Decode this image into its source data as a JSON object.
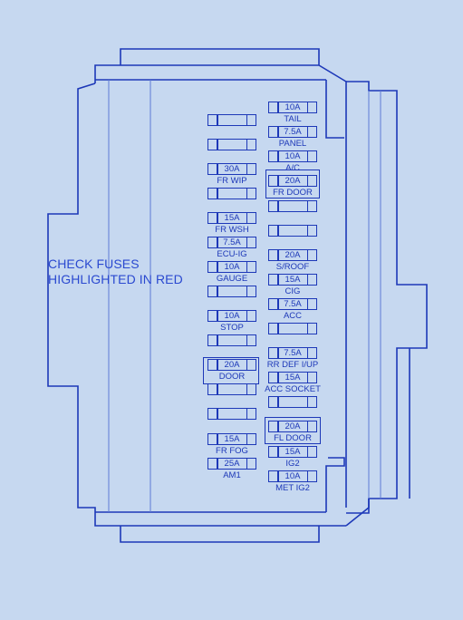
{
  "note": {
    "line1": "CHECK FUSES",
    "line2": "HIGHLIGHTED IN RED"
  },
  "fuses_left": [
    {
      "amp": "",
      "label": ""
    },
    {
      "amp": "",
      "label": ""
    },
    {
      "amp": "30A",
      "label": "FR WIP"
    },
    {
      "amp": "",
      "label": ""
    },
    {
      "amp": "15A",
      "label": "FR WSH"
    },
    {
      "amp": "7.5A",
      "label": "ECU-IG"
    },
    {
      "amp": "10A",
      "label": "GAUGE"
    },
    {
      "amp": "",
      "label": ""
    },
    {
      "amp": "10A",
      "label": "STOP"
    },
    {
      "amp": "",
      "label": ""
    },
    {
      "amp": "20A",
      "label": "DOOR"
    },
    {
      "amp": "",
      "label": ""
    },
    {
      "amp": "",
      "label": ""
    },
    {
      "amp": "15A",
      "label": "FR FOG"
    },
    {
      "amp": "25A",
      "label": "AM1"
    }
  ],
  "fuses_right": [
    {
      "amp": "10A",
      "label": "TAIL"
    },
    {
      "amp": "7.5A",
      "label": "PANEL"
    },
    {
      "amp": "10A",
      "label": "A/C"
    },
    {
      "amp": "20A",
      "label": "FR DOOR"
    },
    {
      "amp": "",
      "label": ""
    },
    {
      "amp": "",
      "label": ""
    },
    {
      "amp": "20A",
      "label": "S/ROOF"
    },
    {
      "amp": "15A",
      "label": "CIG"
    },
    {
      "amp": "7.5A",
      "label": "ACC"
    },
    {
      "amp": "",
      "label": ""
    },
    {
      "amp": "7.5A",
      "label": "RR DEF I/UP"
    },
    {
      "amp": "15A",
      "label": "ACC SOCKET"
    },
    {
      "amp": "",
      "label": ""
    },
    {
      "amp": "20A",
      "label": "FL DOOR"
    },
    {
      "amp": "15A",
      "label": "IG2"
    },
    {
      "amp": "10A",
      "label": "MET IG2"
    }
  ]
}
